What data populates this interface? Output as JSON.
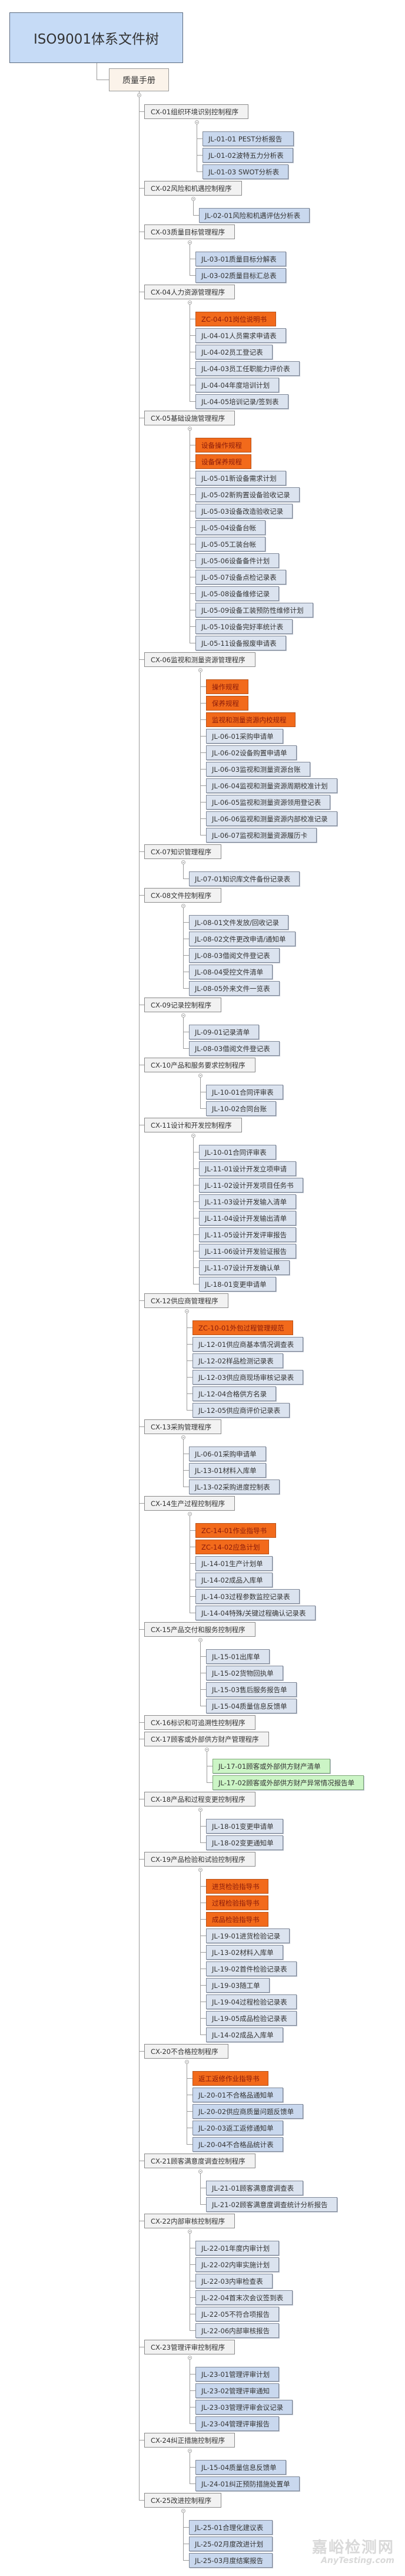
{
  "root": {
    "label": "ISO9001体系文件树"
  },
  "manual": {
    "label": "质量手册"
  },
  "procedures": [
    {
      "label": "CX-01组织环境识别控制程序",
      "children": [
        {
          "label": "JL-01-01  PEST分析报告",
          "type": "rec-blue"
        },
        {
          "label": "JL-01-02波特五力分析表",
          "type": "rec-blue"
        },
        {
          "label": "JL-01-03 SWOT分析表",
          "type": "rec-blue"
        }
      ]
    },
    {
      "label": "CX-02风险和机遇控制程序",
      "children": [
        {
          "label": "JL-02-01风险和机遇评估分析表",
          "type": "rec-blue"
        }
      ]
    },
    {
      "label": "CX-03质量目标管理程序",
      "children": [
        {
          "label": "JL-03-01质量目标分解表",
          "type": "rec-blue"
        },
        {
          "label": "JL-03-02质量目标汇总表",
          "type": "rec-blue"
        }
      ]
    },
    {
      "label": "CX-04人力资源管理程序",
      "children": [
        {
          "label": "ZC-04-01岗位说明书",
          "type": "std"
        },
        {
          "label": "JL-04-01人员需求申请表",
          "type": "rec"
        },
        {
          "label": "JL-04-02员工登记表",
          "type": "rec"
        },
        {
          "label": "JL-04-03员工任职能力评价表",
          "type": "rec"
        },
        {
          "label": "JL-04-04年度培训计划",
          "type": "rec"
        },
        {
          "label": "JL-04-05培训记录/签到表",
          "type": "rec"
        }
      ]
    },
    {
      "label": "CX-05基础设施管理程序",
      "children": [
        {
          "label": "设备操作规程",
          "type": "std"
        },
        {
          "label": "设备保养规程",
          "type": "std"
        },
        {
          "label": "JL-05-01新设备需求计划",
          "type": "rec"
        },
        {
          "label": "JL-05-02新购置设备验收记录",
          "type": "rec"
        },
        {
          "label": "JL-05-03设备改造验收记录",
          "type": "rec"
        },
        {
          "label": "JL-05-04设备台帐",
          "type": "rec"
        },
        {
          "label": "JL-05-05工装台帐",
          "type": "rec"
        },
        {
          "label": "JL-05-06设备备件计划",
          "type": "rec"
        },
        {
          "label": "JL-05-07设备点检记录表",
          "type": "rec"
        },
        {
          "label": "JL-05-08设备维修记录",
          "type": "rec"
        },
        {
          "label": "JL-05-09设备工装预防性维修计划",
          "type": "rec"
        },
        {
          "label": "JL-05-10设备完好率统计表",
          "type": "rec"
        },
        {
          "label": "JL-05-11设备报废申请表",
          "type": "rec"
        }
      ]
    },
    {
      "label": "CX-06监视和测量资源管理程序",
      "children": [
        {
          "label": "操作规程",
          "type": "std"
        },
        {
          "label": "保养规程",
          "type": "std"
        },
        {
          "label": "监视和测量资源内校规程",
          "type": "std"
        },
        {
          "label": "JL-06-01采购申请单",
          "type": "rec"
        },
        {
          "label": "JL-06-02设备购置申请单",
          "type": "rec"
        },
        {
          "label": "JL-06-03监视和测量资源台账",
          "type": "rec"
        },
        {
          "label": "JL-06-04监视和测量资源周期校准计划",
          "type": "rec"
        },
        {
          "label": "JL-06-05监视和测量资源领用登记表",
          "type": "rec"
        },
        {
          "label": "JL-06-06监视和测量资源内部校准记录",
          "type": "rec"
        },
        {
          "label": "JL-06-07监视和测量资源履历卡",
          "type": "rec"
        }
      ]
    },
    {
      "label": "CX-07知识管理程序",
      "children": [
        {
          "label": "JL-07-01知识库文件备份记录表",
          "type": "rec"
        }
      ]
    },
    {
      "label": "CX-08文件控制程序",
      "children": [
        {
          "label": "JL-08-01文件发放/回收记录",
          "type": "rec"
        },
        {
          "label": "JL-08-02文件更改申请/通知单",
          "type": "rec"
        },
        {
          "label": "JL-08-03借阅文件登记表",
          "type": "rec"
        },
        {
          "label": "JL-08-04受控文件清单",
          "type": "rec"
        },
        {
          "label": "JL-08-05外来文件一览表",
          "type": "rec"
        }
      ]
    },
    {
      "label": "CX-09记录控制程序",
      "children": [
        {
          "label": "JL-09-01记录清单",
          "type": "rec"
        },
        {
          "label": "JL-08-03借阅文件登记表",
          "type": "rec"
        }
      ]
    },
    {
      "label": "CX-10产品和服务要求控制程序",
      "children": [
        {
          "label": "JL-10-01合同评审表",
          "type": "rec"
        },
        {
          "label": "JL-10-02合同台账",
          "type": "rec"
        }
      ]
    },
    {
      "label": "CX-11设计和开发控制程序",
      "children": [
        {
          "label": "JL-10-01合同评审表",
          "type": "rec"
        },
        {
          "label": "JL-11-01设计开发立项申请",
          "type": "rec"
        },
        {
          "label": "JL-11-02设计开发项目任务书",
          "type": "rec"
        },
        {
          "label": "JL-11-03设计开发输入清单",
          "type": "rec"
        },
        {
          "label": "JL-11-04设计开发输出清单",
          "type": "rec"
        },
        {
          "label": "JL-11-05设计开发评审报告",
          "type": "rec"
        },
        {
          "label": "JL-11-06设计开发验证报告",
          "type": "rec"
        },
        {
          "label": "JL-11-07设计开发确认单",
          "type": "rec"
        },
        {
          "label": "JL-18-01变更申请单",
          "type": "rec"
        }
      ]
    },
    {
      "label": "CX-12供应商管理程序",
      "children": [
        {
          "label": "ZC-10-01外包过程管理规范",
          "type": "std"
        },
        {
          "label": "JL-12-01供应商基本情况调查表",
          "type": "rec"
        },
        {
          "label": "JL-12-02样品检测记录表",
          "type": "rec"
        },
        {
          "label": "JL-12-03供应商现场审核记录表",
          "type": "rec"
        },
        {
          "label": "JL-12-04合格供方名录",
          "type": "rec"
        },
        {
          "label": "JL-12-05供应商评价记录表",
          "type": "rec"
        }
      ]
    },
    {
      "label": "CX-13采购管理程序",
      "children": [
        {
          "label": "JL-06-01采购申请单",
          "type": "rec"
        },
        {
          "label": "JL-13-01材料入库单",
          "type": "rec"
        },
        {
          "label": "JL-13-02采购进度控制表",
          "type": "rec"
        }
      ]
    },
    {
      "label": "CX-14生产过程控制程序",
      "children": [
        {
          "label": "ZC-14-01作业指导书",
          "type": "std"
        },
        {
          "label": "ZC-14-02应急计划",
          "type": "std"
        },
        {
          "label": "JL-14-01生产计划单",
          "type": "rec"
        },
        {
          "label": "JL-14-02成品入库单",
          "type": "rec"
        },
        {
          "label": "JL-14-03过程参数监控记录表",
          "type": "rec"
        },
        {
          "label": "JL-14-04特殊/关键过程确认记录表",
          "type": "rec"
        }
      ]
    },
    {
      "label": "CX-15产品交付和服务控制程序",
      "children": [
        {
          "label": "JL-15-01出库单",
          "type": "rec"
        },
        {
          "label": "JL-15-02货物回执单",
          "type": "rec"
        },
        {
          "label": "JL-15-03售后服务报告单",
          "type": "rec"
        },
        {
          "label": "JL-15-04质量信息反馈单",
          "type": "rec"
        }
      ]
    },
    {
      "label": "CX-16标识和可追溯性控制程序",
      "children": []
    },
    {
      "label": "CX-17顾客或外部供方财产管理程序",
      "children": [
        {
          "label": "JL-17-01顾客或外部供方财产清单",
          "type": "green"
        },
        {
          "label": "JL-17-02顾客或外部供方财产异常情况报告单",
          "type": "green"
        }
      ]
    },
    {
      "label": "CX-18产品和过程变更控制程序",
      "children": [
        {
          "label": "JL-18-01变更申请单",
          "type": "rec"
        },
        {
          "label": "JL-18-02变更通知单",
          "type": "rec"
        }
      ]
    },
    {
      "label": "CX-19产品检验和试验控制程序",
      "children": [
        {
          "label": "进货检验指导书",
          "type": "std"
        },
        {
          "label": "过程检验指导书",
          "type": "std"
        },
        {
          "label": "成品检验指导书",
          "type": "std"
        },
        {
          "label": "JL-19-01进货检验记录",
          "type": "rec"
        },
        {
          "label": "JL-13-02材料入库单",
          "type": "rec"
        },
        {
          "label": "JL-19-02首件检验记录表",
          "type": "rec"
        },
        {
          "label": "JL-19-03随工单",
          "type": "rec"
        },
        {
          "label": "JL-19-04过程检验记录表",
          "type": "rec"
        },
        {
          "label": "JL-19-05成品检验记录表",
          "type": "rec"
        },
        {
          "label": "JL-14-02成品入库单",
          "type": "rec"
        }
      ]
    },
    {
      "label": "CX-20不合格控制程序",
      "children": [
        {
          "label": "返工返修作业指导书",
          "type": "std"
        },
        {
          "label": "JL-20-01不合格品通知单",
          "type": "rec-blue"
        },
        {
          "label": "JL-20-02供应商质量问题反馈单",
          "type": "rec-blue"
        },
        {
          "label": "JL-20-03返工返修通知单",
          "type": "rec-blue"
        },
        {
          "label": "JL-20-04不合格品统计表",
          "type": "rec-blue"
        }
      ]
    },
    {
      "label": "CX-21顾客满意度调查控制程序",
      "children": [
        {
          "label": "JL-21-01顾客满意度调查表",
          "type": "rec"
        },
        {
          "label": "JL-21-02顾客满意度调查统计分析报告",
          "type": "rec"
        }
      ]
    },
    {
      "label": "CX-22内部审核控制程序",
      "children": [
        {
          "label": "JL-22-01年度内审计划",
          "type": "rec"
        },
        {
          "label": "JL-22-02内审实施计划",
          "type": "rec"
        },
        {
          "label": "JL-22-03内审检查表",
          "type": "rec"
        },
        {
          "label": "JL-22-04首末次会议签到表",
          "type": "rec"
        },
        {
          "label": "JL-22-05不符合项报告",
          "type": "rec"
        },
        {
          "label": "JL-22-06内部审核报告",
          "type": "rec"
        }
      ]
    },
    {
      "label": "CX-23管理评审控制程序",
      "children": [
        {
          "label": "JL-23-01管理评审计划",
          "type": "rec-blue"
        },
        {
          "label": "JL-23-02管理评审通知",
          "type": "rec-blue"
        },
        {
          "label": "JL-23-03管理评审会议记录",
          "type": "rec-blue"
        },
        {
          "label": "JL-23-04管理评审报告",
          "type": "rec-blue"
        }
      ]
    },
    {
      "label": "CX-24纠正措施控制程序",
      "children": [
        {
          "label": "JL-15-04质量信息反馈单",
          "type": "rec-blue"
        },
        {
          "label": "JL-24-01纠正预防措施处置单",
          "type": "rec-blue"
        }
      ]
    },
    {
      "label": "CX-25改进控制程序",
      "children": [
        {
          "label": "JL-25-01合理化建议表",
          "type": "rec-blue"
        },
        {
          "label": "JL-25-02月度改进计划",
          "type": "rec-blue"
        },
        {
          "label": "JL-25-03月度结案报告",
          "type": "rec-blue"
        }
      ]
    }
  ],
  "watermark": {
    "cn": "嘉峪检测网",
    "en": "AnyTesting.com"
  },
  "colors": {
    "root": "#c6dbf6",
    "standard": "#f26a1b",
    "record": "#dbe3ef",
    "record_green": "#ccf5c6"
  }
}
